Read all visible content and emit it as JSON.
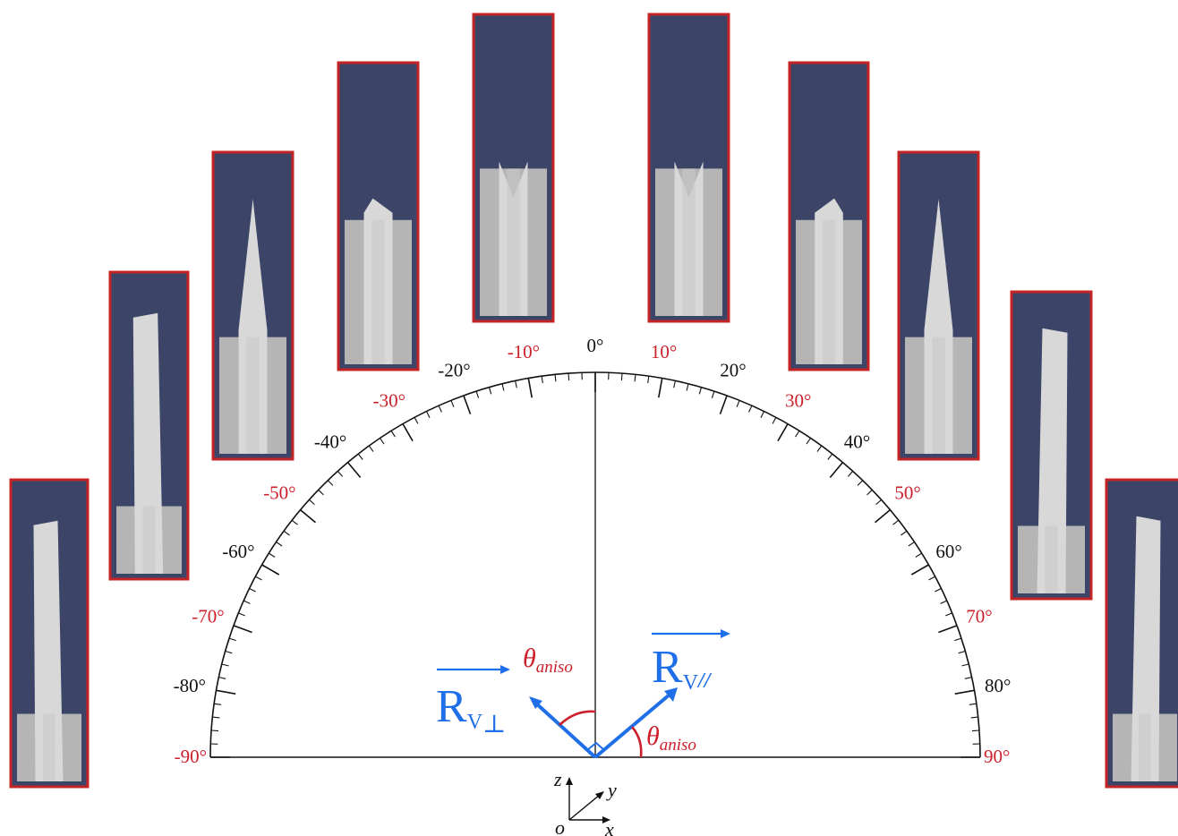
{
  "colors": {
    "red": "#cc1f2a",
    "black": "#111111",
    "blue": "#1f6fe8",
    "panel_bg": "#3c4568",
    "panel_border": "#c42424",
    "light_block": "#b5b5b5",
    "shape": "#d8d8d8",
    "mid_strip": "#c9c9c9"
  },
  "protractor": {
    "labels": [
      {
        "angle": -90,
        "text": "-90°",
        "color": "red"
      },
      {
        "angle": -80,
        "text": "-80°",
        "color": "black"
      },
      {
        "angle": -70,
        "text": "-70°",
        "color": "red"
      },
      {
        "angle": -60,
        "text": "-60°",
        "color": "black"
      },
      {
        "angle": -50,
        "text": "-50°",
        "color": "red"
      },
      {
        "angle": -40,
        "text": "-40°",
        "color": "black"
      },
      {
        "angle": -30,
        "text": "-30°",
        "color": "red"
      },
      {
        "angle": -20,
        "text": "-20°",
        "color": "black"
      },
      {
        "angle": -10,
        "text": "-10°",
        "color": "red"
      },
      {
        "angle": 0,
        "text": "0°",
        "color": "black"
      },
      {
        "angle": 10,
        "text": "10°",
        "color": "red"
      },
      {
        "angle": 20,
        "text": "20°",
        "color": "black"
      },
      {
        "angle": 30,
        "text": "30°",
        "color": "red"
      },
      {
        "angle": 40,
        "text": "40°",
        "color": "black"
      },
      {
        "angle": 50,
        "text": "50°",
        "color": "red"
      },
      {
        "angle": 60,
        "text": "60°",
        "color": "black"
      },
      {
        "angle": 70,
        "text": "70°",
        "color": "red"
      },
      {
        "angle": 80,
        "text": "80°",
        "color": "black"
      },
      {
        "angle": 90,
        "text": "90°",
        "color": "red"
      }
    ]
  },
  "vectors": {
    "perp": {
      "main": "R",
      "sub": "V",
      "symbol": "⊥"
    },
    "parallel": {
      "main": "R",
      "sub": "V",
      "symbol": "//"
    },
    "theta_left": {
      "main": "θ",
      "sub": "aniso"
    },
    "theta_right": {
      "main": "θ",
      "sub": "aniso"
    }
  },
  "axes": {
    "z": "z",
    "y": "y",
    "x": "x",
    "origin": "o"
  },
  "panels": [
    {
      "angle": -90
    },
    {
      "angle": -70
    },
    {
      "angle": -50
    },
    {
      "angle": -30
    },
    {
      "angle": -10
    },
    {
      "angle": 10
    },
    {
      "angle": 30
    },
    {
      "angle": 50
    },
    {
      "angle": 70
    },
    {
      "angle": 90
    }
  ]
}
